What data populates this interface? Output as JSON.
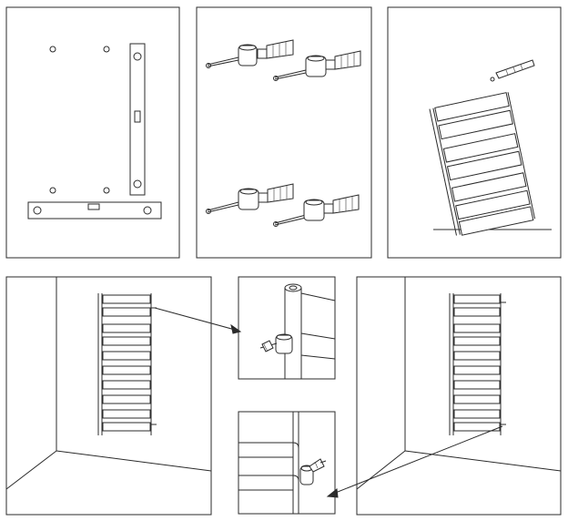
{
  "figure": {
    "description_panels": [
      {
        "id": "panel-1",
        "content": "wall-template-and-spirit-level"
      },
      {
        "id": "panel-2",
        "content": "wall-plugs-screws-and-brackets"
      },
      {
        "id": "panel-3",
        "content": "radiator-tilted-with-screw"
      },
      {
        "id": "panel-4",
        "content": "radiator-mounted-on-wall-top-bracket"
      },
      {
        "id": "panel-5",
        "content": "detail-top-bracket"
      },
      {
        "id": "panel-6",
        "content": "radiator-mounted-on-wall-bottom-bracket"
      },
      {
        "id": "panel-7",
        "content": "detail-bottom-bracket"
      }
    ],
    "colors": {
      "line": "#2b2b2b",
      "background": "#ffffff"
    },
    "icons": [
      "spirit-level-icon",
      "wall-plug-icon",
      "screw-icon",
      "bracket-icon",
      "radiator-icon"
    ]
  }
}
